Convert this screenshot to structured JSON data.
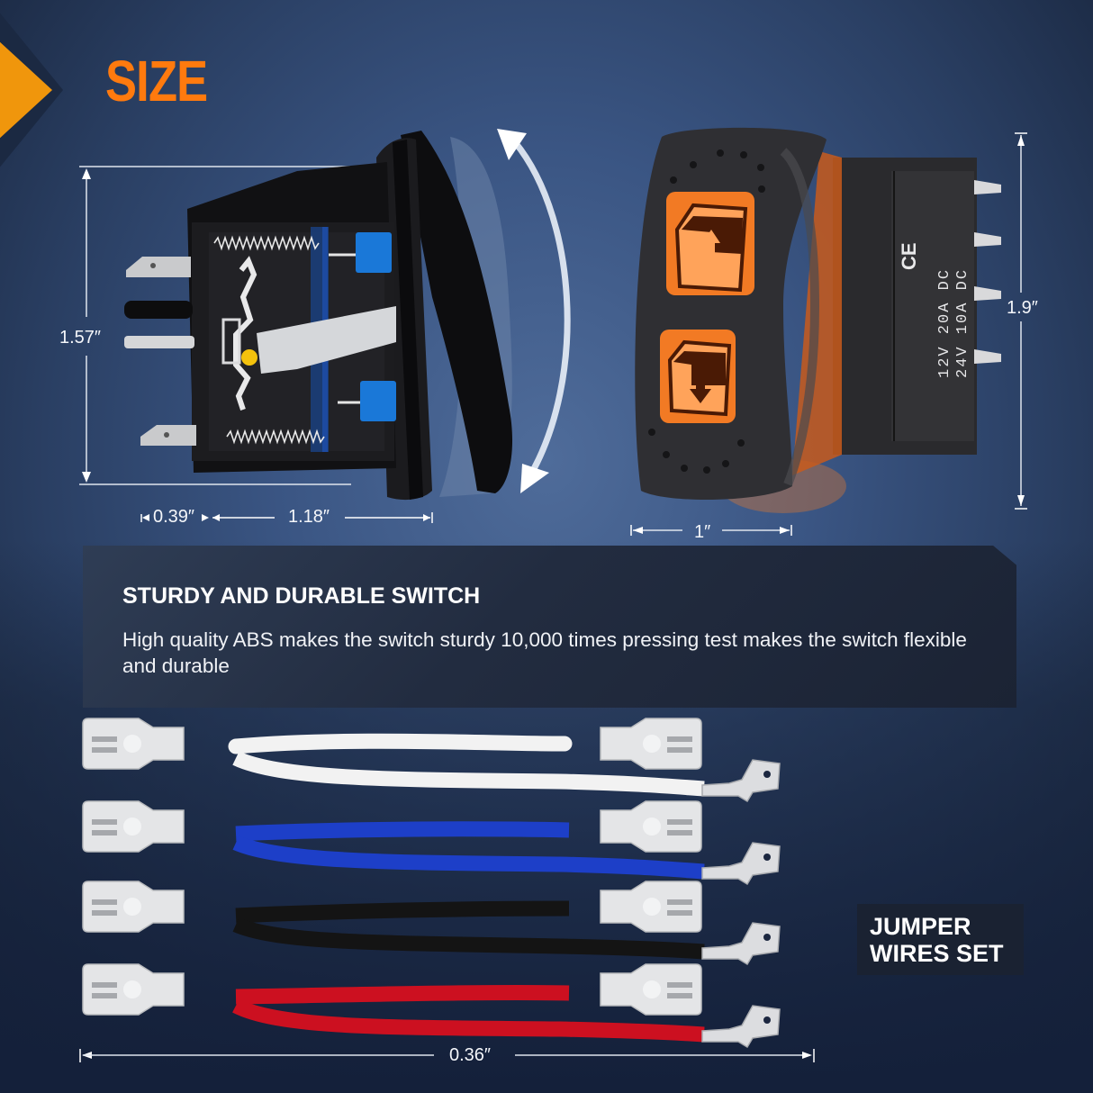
{
  "header": {
    "title": "SIZE"
  },
  "side_view": {
    "height_label": "1.57″",
    "depth_small_label": "0.39″",
    "depth_label": "1.18″"
  },
  "front_view": {
    "height_label": "1.9″",
    "width_label": "1″",
    "rating_line_1": "12V 20A DC",
    "rating_line_2": "24V 10A DC",
    "cert_mark": "CE",
    "icons": [
      "window-up-icon",
      "window-down-icon"
    ],
    "backlight_color": "#f27a24"
  },
  "feature_panel": {
    "title": "STURDY AND DURABLE SWITCH",
    "body": "High quality ABS makes the switch sturdy 10,000 times pressing test makes the switch flexible and durable"
  },
  "wires": {
    "badge_line_1": "JUMPER",
    "badge_line_2": "WIRES SET",
    "length_label": "0.36″",
    "colors": [
      {
        "name": "white",
        "hex": "#f2f2f2"
      },
      {
        "name": "blue",
        "hex": "#1d3fc8"
      },
      {
        "name": "black",
        "hex": "#141414"
      },
      {
        "name": "red",
        "hex": "#cc1020"
      }
    ]
  },
  "colors": {
    "accent_orange": "#ff7a0e",
    "corner_orange": "#f0960c",
    "background": "#3a5583"
  }
}
